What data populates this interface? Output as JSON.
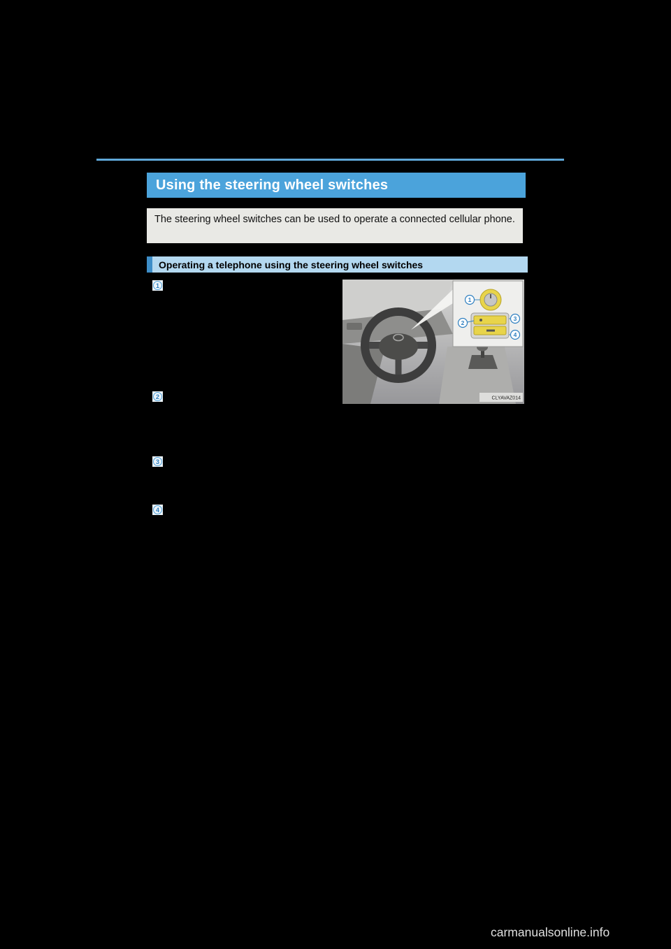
{
  "doc": {
    "title": "Using the steering wheel switches",
    "intro": "The steering wheel switches can be used to operate a connected cellular phone.",
    "section": "Operating a telephone using the steering wheel switches",
    "list_markers": [
      "1",
      "2",
      "3",
      "4"
    ]
  },
  "figure": {
    "caption": "CLYAVAZ014",
    "callouts": [
      "1",
      "2",
      "3",
      "4"
    ]
  },
  "page": {
    "watermark": "carmanualsonline.info"
  },
  "colors": {
    "header_blue": "#4BA3DB",
    "rule_blue": "#5FA8D8",
    "section_bg": "#B3D8F0",
    "section_accent": "#3E8EC8",
    "intro_bg": "#E9E9E5",
    "callout_blue": "#2E7FC0",
    "highlight_yellow": "#E8D44A"
  }
}
